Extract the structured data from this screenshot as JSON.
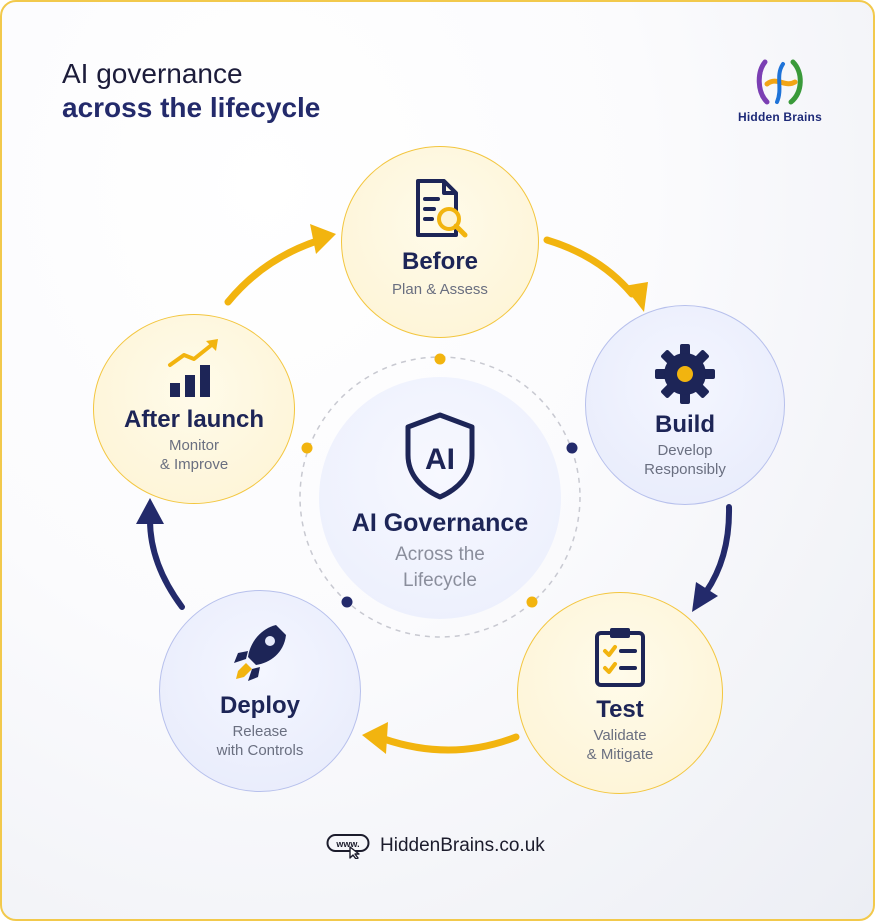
{
  "header": {
    "title_line1": "AI governance",
    "title_line2": "across the lifecycle"
  },
  "logo": {
    "brand": "Hidden Brains"
  },
  "center": {
    "badge": "AI",
    "title": "AI Governance",
    "subtitle_line1": "Across the",
    "subtitle_line2": "Lifecycle"
  },
  "stages": {
    "before": {
      "title": "Before",
      "sub_line1": "Plan & Assess",
      "icon": "document-search-icon"
    },
    "build": {
      "title": "Build",
      "sub_line1": "Develop",
      "sub_line2": "Responsibly",
      "icon": "gear-icon"
    },
    "test": {
      "title": "Test",
      "sub_line1": "Validate",
      "sub_line2": "& Mitigate",
      "icon": "clipboard-check-icon"
    },
    "deploy": {
      "title": "Deploy",
      "sub_line1": "Release",
      "sub_line2": "with Controls",
      "icon": "rocket-icon"
    },
    "after": {
      "title": "After launch",
      "sub_line1": "Monitor",
      "sub_line2": "& Improve",
      "icon": "growth-chart-icon"
    }
  },
  "footer": {
    "url": "HiddenBrains.co.uk",
    "icon": "www-click-icon"
  },
  "colors": {
    "navy": "#1d2557",
    "yellow": "#f2b40f",
    "arrow_navy": "#232a6b",
    "border_yellow": "#f3c63f",
    "border_blue": "#b7c0ec"
  }
}
